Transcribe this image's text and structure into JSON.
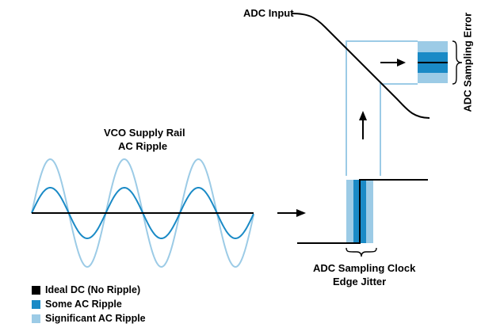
{
  "labels": {
    "adc_input": "ADC Input",
    "vco_line1": "VCO Supply Rail",
    "vco_line2": "AC Ripple",
    "clock_line1": "ADC Sampling Clock",
    "clock_line2": "Edge Jitter",
    "sampling_error": "ADC Sampling Error"
  },
  "legend": [
    {
      "label": "Ideal DC (No Ripple)",
      "color": "#000000"
    },
    {
      "label": "Some AC Ripple",
      "color": "#1a8ac6"
    },
    {
      "label": "Significant AC Ripple",
      "color": "#9ccbe6"
    }
  ],
  "colors": {
    "ideal": "#000000",
    "some": "#1a8ac6",
    "significant": "#9ccbe6"
  }
}
